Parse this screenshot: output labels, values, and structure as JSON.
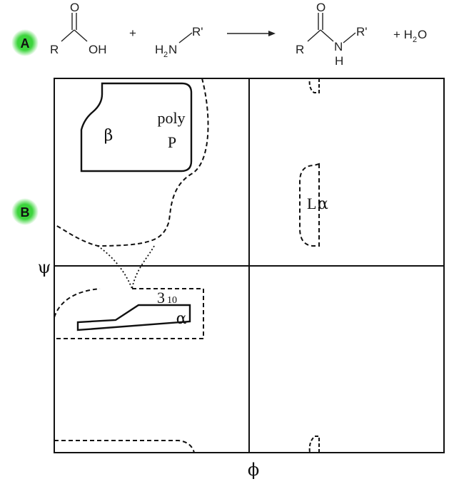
{
  "panel_a": {
    "badge": "A",
    "reactant1": {
      "R": "R",
      "O": "O",
      "OH": "OH"
    },
    "plus1": "+",
    "reactant2": {
      "H2N": "H",
      "H2N_sub": "2",
      "H2N_N": "N",
      "Rprime": "R'"
    },
    "product": {
      "R": "R",
      "O": "O",
      "N": "N",
      "H": "H",
      "Rprime": "R'"
    },
    "plus_water": "+ H",
    "water_sub": "2",
    "water_O": "O"
  },
  "panel_b": {
    "badge": "B",
    "axis_x": "ϕ",
    "axis_y": "ψ",
    "labels": {
      "beta": "β",
      "poly": "poly",
      "P": "P",
      "three_ten": "3",
      "three_ten_sub": "10",
      "alpha": "α",
      "L": "L",
      "L_alpha": "α"
    }
  },
  "colors": {
    "badge_green": "#3cd43c",
    "line": "#111111"
  }
}
